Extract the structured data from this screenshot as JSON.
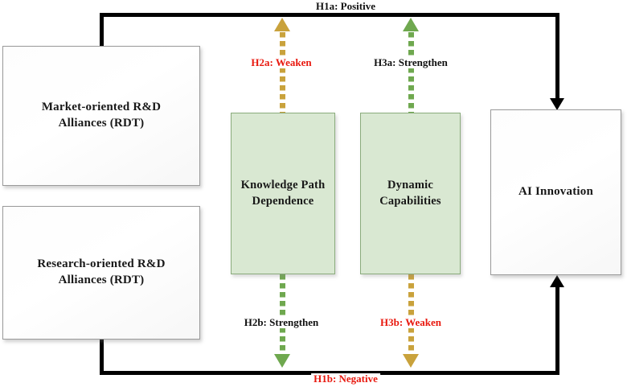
{
  "diagram": {
    "title": "AI Innovation R&D Alliances Conceptual Model",
    "type": "conceptual-framework",
    "colors": {
      "gold": "#c9a23c",
      "green": "#6fa84f",
      "red": "#e8190f",
      "black": "#000000",
      "green_box_fill": "#d9e8d2",
      "green_box_border": "#8aab7c",
      "white_box_border": "#9a9a9a"
    },
    "nodes": [
      {
        "id": "market-oriented-alliances",
        "label": "Market-oriented R&D\nAlliances (RDT)",
        "line1": "Market-oriented R&D",
        "line2": "Alliances (RDT)",
        "style": "white"
      },
      {
        "id": "research-oriented-alliances",
        "label": "Research-oriented R&D\nAlliances (RDT)",
        "line1": "Research-oriented R&D",
        "line2": "Alliances (RDT)",
        "style": "white"
      },
      {
        "id": "knowledge-path-dependence",
        "label": "Knowledge Path\nDependence",
        "line1": "Knowledge Path",
        "line2": "Dependence",
        "style": "green"
      },
      {
        "id": "dynamic-capabilities",
        "label": "Dynamic\nCapabilities",
        "line1": "Dynamic",
        "line2": "Capabilities",
        "style": "green"
      },
      {
        "id": "ai-innovation",
        "label": "AI Innovation",
        "line1": "AI Innovation",
        "line2": "",
        "style": "white"
      }
    ],
    "hypotheses": [
      {
        "id": "H1a",
        "label": "H1a: Positive",
        "color": "black",
        "position": "top-center"
      },
      {
        "id": "H1b",
        "label": "H1b: Negative",
        "color": "red",
        "position": "bottom-center"
      },
      {
        "id": "H2a",
        "label": "H2a: Weaken",
        "color": "red",
        "position": "upper-left-moderator"
      },
      {
        "id": "H2b",
        "label": "H2b: Strengthen",
        "color": "black",
        "position": "lower-left-moderator"
      },
      {
        "id": "H3a",
        "label": "H3a: Strengthen",
        "color": "black",
        "position": "upper-right-moderator"
      },
      {
        "id": "H3b",
        "label": "H3b: Weaken",
        "color": "red",
        "position": "lower-right-moderator"
      }
    ]
  }
}
